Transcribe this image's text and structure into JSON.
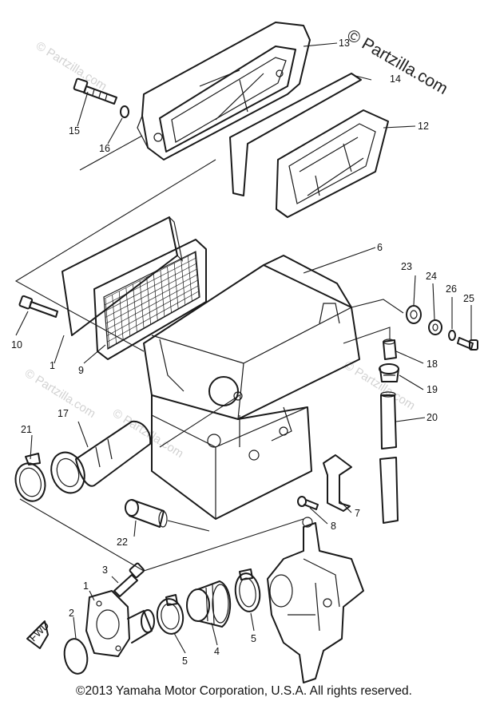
{
  "watermarks": {
    "main": "© Partzilla.com",
    "faint": "© Partzilla.com"
  },
  "callouts": [
    "1",
    "1",
    "2",
    "3",
    "4",
    "5",
    "5",
    "6",
    "7",
    "8",
    "9",
    "10",
    "12",
    "13",
    "14",
    "15",
    "16",
    "17",
    "18",
    "19",
    "20",
    "21",
    "22",
    "23",
    "24",
    "25",
    "26"
  ],
  "fwd_label": "FWD",
  "copyright": "©2013  Yamaha Motor Corporation, U.S.A. All rights reserved."
}
